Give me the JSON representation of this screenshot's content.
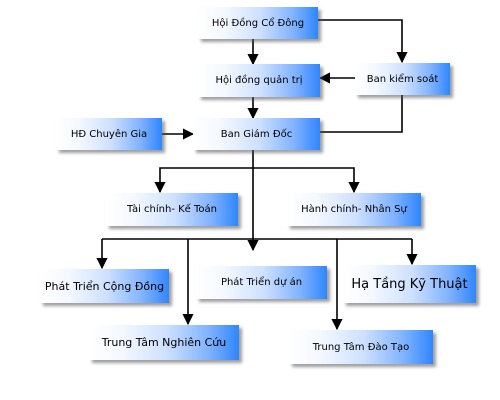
{
  "diagram": {
    "nodes": {
      "hoi_dong_co_dong": "Hội Đồng Cổ Đông",
      "hoi_dong_quan_tri": "Hội đồng quản trị",
      "ban_kiem_soat": "Ban kiểm soát",
      "hd_chuyen_gia": "HĐ Chuyên Gia",
      "ban_giam_doc": "Ban Giám Đốc",
      "tai_chinh_ke_toan": "Tài chính- Kế Toán",
      "hanh_chinh_nhan_su": "Hành chính- Nhân Sự",
      "phat_trien_cong_dong": "Phát Triển Cộng Đồng",
      "phat_trien_du_an": "Phát Triển dự án",
      "ha_tang_ky_thuat": "Hạ Tầng Kỹ Thuật",
      "trung_tam_nghien_cuu": "Trung Tâm Nghiên Cứu",
      "trung_tam_dao_tao": "Trung Tâm Đào Tạo"
    },
    "colors": {
      "box_gradient_end": "#2f86ff",
      "connector": "#000000"
    }
  }
}
